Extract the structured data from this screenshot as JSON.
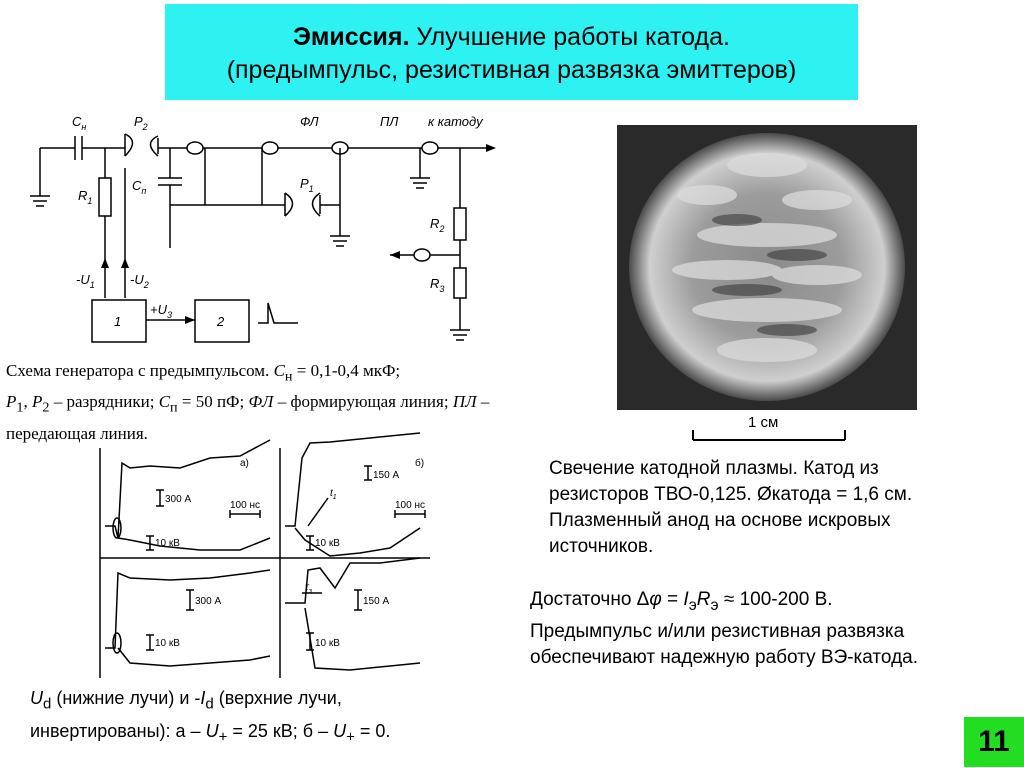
{
  "title": {
    "bold": "Эмиссия.",
    "rest": " Улучшение работы катода.",
    "line2": "(предымпульс, резистивная развязка эмиттеров)"
  },
  "schematic": {
    "labels": {
      "cn_main": "C",
      "cn_sub": "н",
      "p2_main": "P",
      "p2_sub": "2",
      "fl": "ФЛ",
      "pl": "ПЛ",
      "to_cathode": "к катоду",
      "r1_main": "R",
      "r1_sub": "1",
      "cp_main": "C",
      "cp_sub": "п",
      "p1_main": "P",
      "p1_sub": "1",
      "r2_main": "R",
      "r2_sub": "2",
      "r3_main": "R",
      "r3_sub": "3",
      "u1": "-U",
      "u1_sub": "1",
      "u2": "-U",
      "u2_sub": "2",
      "u3": "+U",
      "u3_sub": "3",
      "block1": "1",
      "block2": "2"
    }
  },
  "schematic_caption": {
    "t1": "Схема генератора с предымпульсом. ",
    "t2": "C",
    "t3": "н",
    "t4": " = 0,1-0,4 мкФ; ",
    "t5": "P",
    "t6": "1",
    "t7": ", ",
    "t8": "P",
    "t9": "2",
    "t10": " – разрядники; ",
    "t11": "C",
    "t12": "п",
    "t13": " = 50 пФ; ",
    "t14": "ФЛ",
    "t15": " – формирующая линия; ",
    "t16": "ПЛ",
    "t17": " – передающая линия."
  },
  "oscillograms": {
    "panel_a": "а)",
    "panel_b": "б)",
    "i300": "300 А",
    "i150": "150 А",
    "t100": "100 нс",
    "u10": "10 кВ",
    "t1": "t",
    "t1_sub": "1",
    "tau": "τ",
    "tau_sub": "з"
  },
  "photo": {
    "scale_label": "1 см"
  },
  "plasma_text": [
    "Свечение катодной плазмы. Катод из",
    "резисторов ТВО-0,125. Øкатода = 1,6 см.",
    "Плазменный анод на основе искровых",
    "источников."
  ],
  "sufficient_text": {
    "l1a": "Достаточно Δ",
    "phi": "φ",
    "l1b": " = ",
    "ie": "I",
    "ie_sub": "э",
    "re": "R",
    "re_sub": "э",
    "l1c": " ≈ 100-200 В.",
    "l2": "Предымпульс и/или резистивная развязка",
    "l3": "обеспечивают надежную работу ВЭ-катода."
  },
  "bottom_caption": {
    "ud": "U",
    "ud_sub": "d",
    "a1": " (нижние лучи) и -",
    "id": "I",
    "id_sub": "d",
    "a2": " (верхние лучи,",
    "b1": "инвертированы): а – ",
    "u": "U",
    "u_sub": "+",
    "b2": " = 25 кВ; б – ",
    "u2": "U",
    "u2_sub": "+",
    "b3": " = 0."
  },
  "slide_number": "11"
}
